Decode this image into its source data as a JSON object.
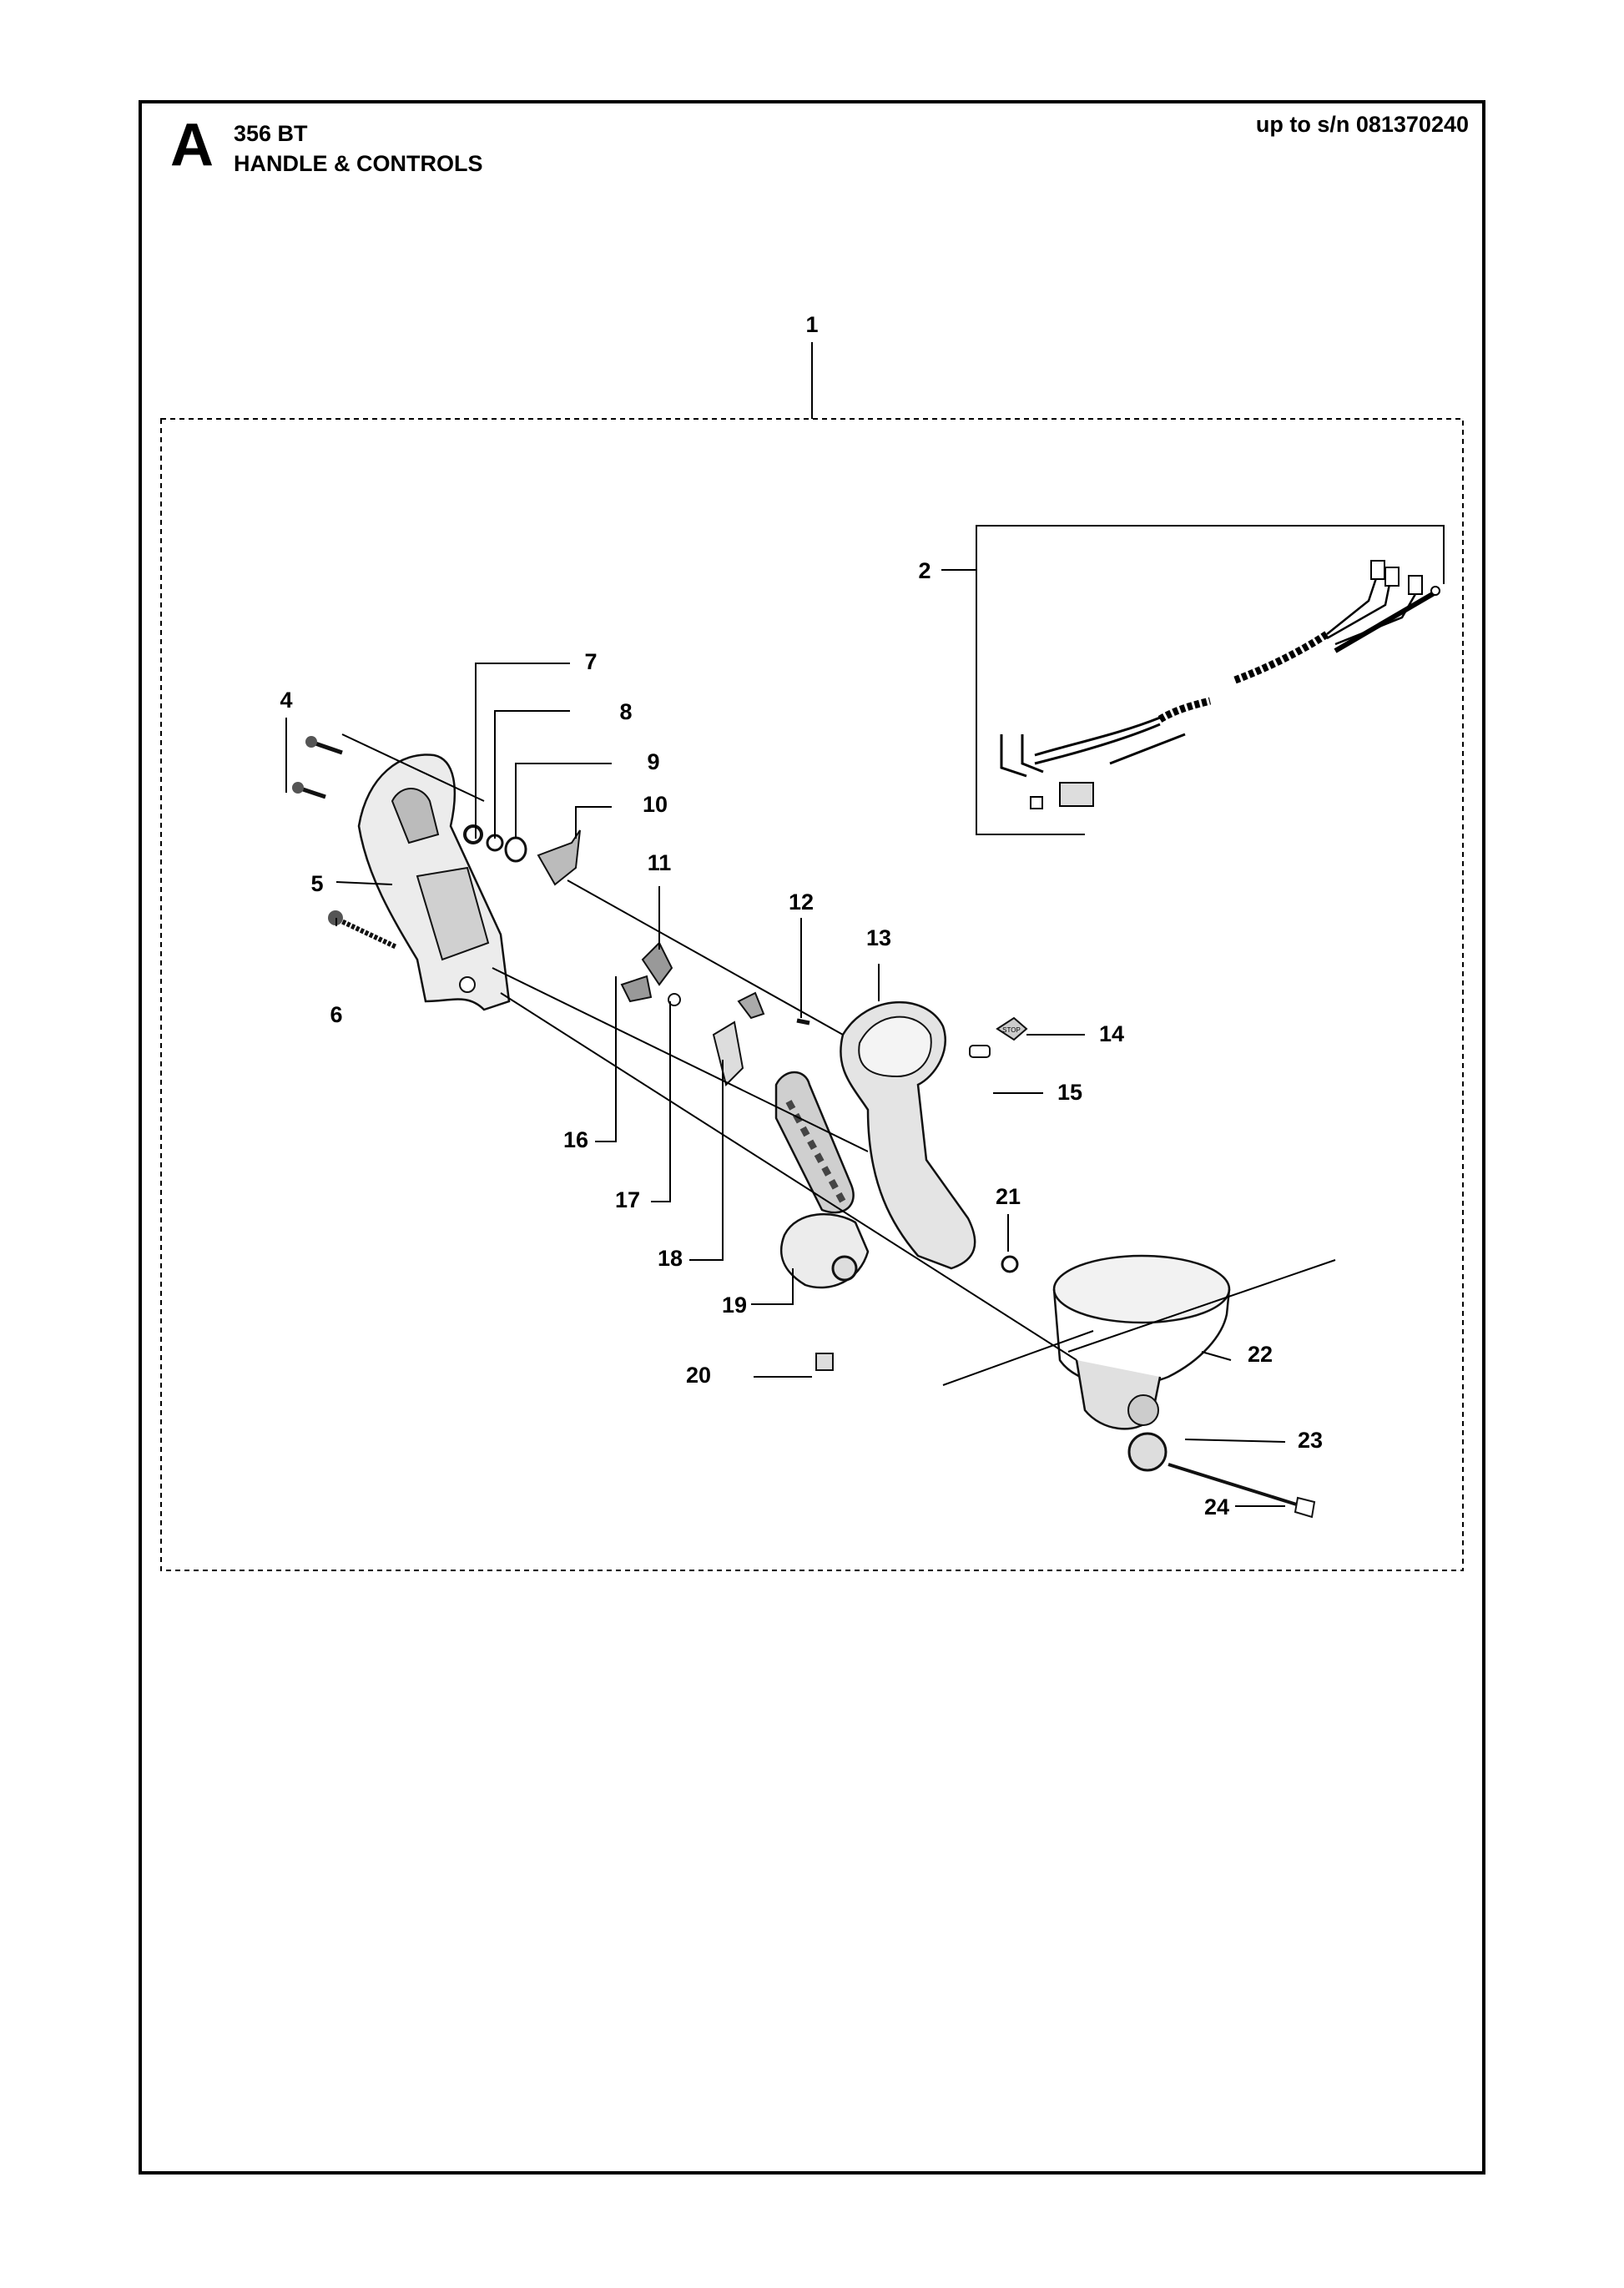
{
  "header": {
    "section_letter": "A",
    "model": "356 BT",
    "title": "HANDLE & CONTROLS",
    "serial_range": "up to s/n 081370240"
  },
  "callouts": [
    "1",
    "2",
    "4",
    "5",
    "6",
    "7",
    "8",
    "9",
    "10",
    "11",
    "12",
    "13",
    "14",
    "15",
    "16",
    "17",
    "18",
    "19",
    "20",
    "21",
    "22",
    "23",
    "24"
  ],
  "part_labels": {
    "stop_switch": "STOP"
  }
}
